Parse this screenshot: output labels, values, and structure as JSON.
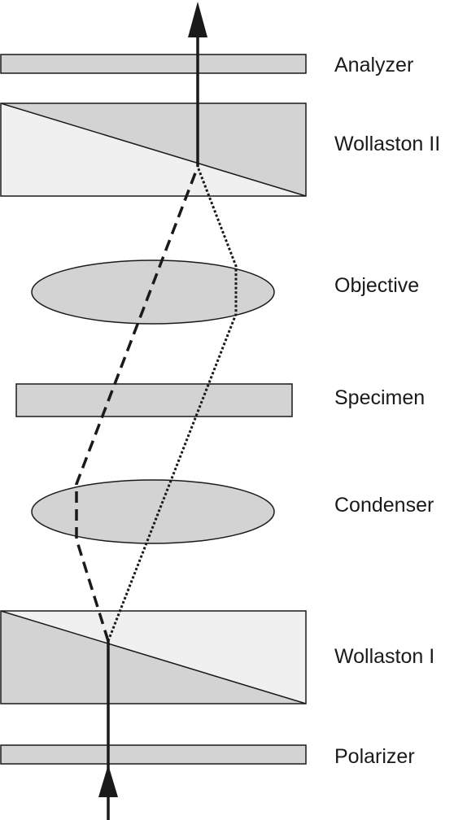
{
  "labels": {
    "analyzer": "Analyzer",
    "wollaston_ii": "Wollaston II",
    "objective": "Objective",
    "specimen": "Specimen",
    "condenser": "Condenser",
    "wollaston_i": "Wollaston I",
    "polarizer": "Polarizer"
  },
  "colors": {
    "component_fill": "#d3d3d3",
    "prism_light_fill": "#f0f0f0",
    "stroke": "#1a1a1a",
    "beam": "#1a1a1a"
  },
  "line_styles": {
    "ordinary_beam": "dashed",
    "extraordinary_beam": "dotted",
    "combined_beam": "solid"
  }
}
